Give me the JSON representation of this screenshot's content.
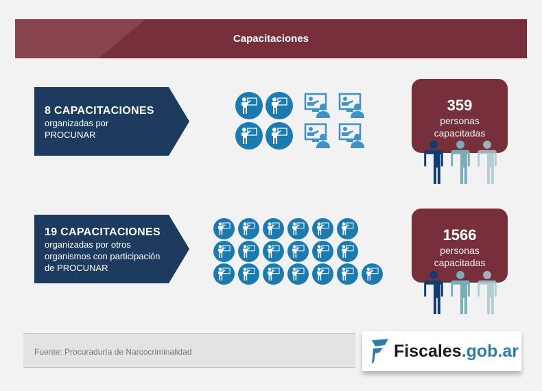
{
  "header": {
    "title": "Capacitaciones"
  },
  "sections": [
    {
      "headline": "8 CAPACITACIONES",
      "description": [
        "organizadas por",
        "PROCUNAR"
      ],
      "count": "359",
      "count_label": [
        "personas",
        "capacitadas"
      ],
      "icons": {
        "presencial": 4,
        "virtual": 4
      }
    },
    {
      "headline": "19 CAPACITACIONES",
      "description": [
        "organizadas por otros",
        "organismos con participación",
        "de PROCUNAR"
      ],
      "count": "1566",
      "count_label": [
        "personas",
        "capacitadas"
      ],
      "icons": {
        "presencial": 19
      }
    }
  ],
  "footer": {
    "source": "Fuente: Procuraduría de Narcocriminalidad"
  },
  "logo": {
    "name": "Fiscales",
    "domain": ".gob.ar"
  },
  "colors": {
    "header": "#772f3b",
    "banner": "#1d3a5f",
    "icon": "#1b7bb0",
    "monitor": "#3d92c6"
  }
}
